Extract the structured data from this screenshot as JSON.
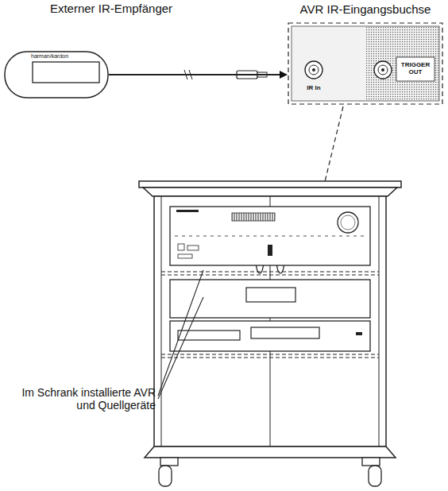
{
  "diagram": {
    "nodes": [
      {
        "text": [
          "Externer IR-Empfänger",
          "harman/kardon"
        ]
      },
      {
        "text": [
          "AVR IR-Eingangsbuchse",
          "IR In",
          "TRIGGER OUT"
        ]
      }
    ],
    "edges": [
      {
        "from": 0,
        "to": 1,
        "arrow": "to"
      }
    ],
    "labels": [
      "Im Schrank installierte AVR und Quellgeräte"
    ]
  }
}
